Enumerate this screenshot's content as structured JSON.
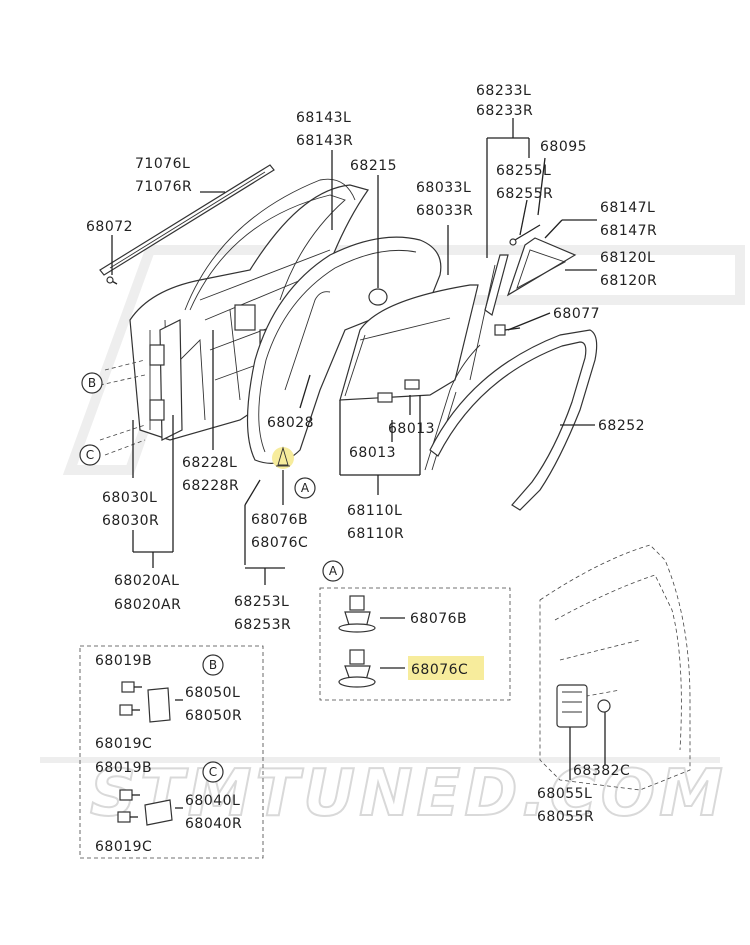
{
  "diagram": {
    "watermark": "STMTUNED.COM",
    "highlight_color": "#f7ec9c",
    "line_color": "#222222",
    "watermark_color": "#d9d9d9",
    "part_labels": {
      "p68233": [
        "68233L",
        "68233R"
      ],
      "p68095": [
        "68095"
      ],
      "p68255": [
        "68255L",
        "68255R"
      ],
      "p68143": [
        "68143L",
        "68143R"
      ],
      "p71076": [
        "71076L",
        "71076R"
      ],
      "p68215": [
        "68215"
      ],
      "p68033": [
        "68033L",
        "68033R"
      ],
      "p68072": [
        "68072"
      ],
      "p68147": [
        "68147L",
        "68147R"
      ],
      "p68120": [
        "68120L",
        "68120R"
      ],
      "p68077": [
        "68077"
      ],
      "p68252": [
        "68252"
      ],
      "p68028": [
        "68028"
      ],
      "p68013a": [
        "68013"
      ],
      "p68013b": [
        "68013"
      ],
      "p68228": [
        "68228L",
        "68228R"
      ],
      "p68030": [
        "68030L",
        "68030R"
      ],
      "p68076main": [
        "68076B",
        "68076C"
      ],
      "p68110": [
        "68110L",
        "68110R"
      ],
      "p68020": [
        "68020AL",
        "68020AR"
      ],
      "p68253": [
        "68253L",
        "68253R"
      ],
      "p68076b_detail": [
        "68076B"
      ],
      "p68076c_detail": [
        "68076C"
      ],
      "p68019b_top": [
        "68019B"
      ],
      "p68050": [
        "68050L",
        "68050R"
      ],
      "p68019c_top": [
        "68019C"
      ],
      "p68019b_bot": [
        "68019B"
      ],
      "p68040": [
        "68040L",
        "68040R"
      ],
      "p68019c_bot": [
        "68019C"
      ],
      "p68382": [
        "68382C"
      ],
      "p68055": [
        "68055L",
        "68055R"
      ]
    },
    "callouts": {
      "B_main": "B",
      "C_main": "C",
      "A_main": "A",
      "A_detail": "A",
      "B_detail": "B",
      "C_detail": "C"
    }
  }
}
